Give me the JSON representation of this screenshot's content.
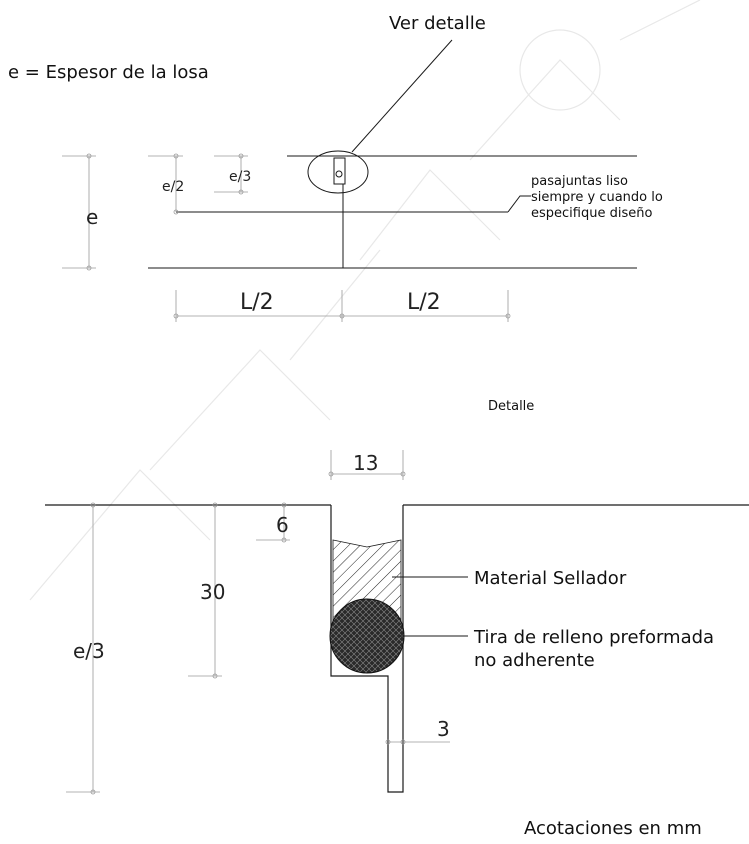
{
  "watermark": {
    "color": "#e6e6e6"
  },
  "top_section": {
    "ver_detalle": "Ver detalle",
    "legend": "e = Espesor de la losa",
    "dims": {
      "e": "e",
      "e_half": "e/2",
      "e_third": "e/3",
      "l_half_left": "L/2",
      "l_half_right": "L/2"
    },
    "note_lines": [
      "pasajuntas liso",
      "siempre y cuando lo",
      "especifique diseño"
    ]
  },
  "detail_section": {
    "title": "Detalle",
    "dims": {
      "width_13": "13",
      "depth_6": "6",
      "depth_30": "30",
      "e_third": "e/3",
      "width_3": "3"
    },
    "sealer_label": "Material Sellador",
    "backer_lines": [
      "Tira de relleno preformada",
      "no adherente"
    ]
  },
  "footer": {
    "units": "Acotaciones en mm"
  },
  "colors": {
    "line": "#1a1a1a",
    "dimension": "#9a9a9a",
    "fill_dark": "#222222"
  }
}
